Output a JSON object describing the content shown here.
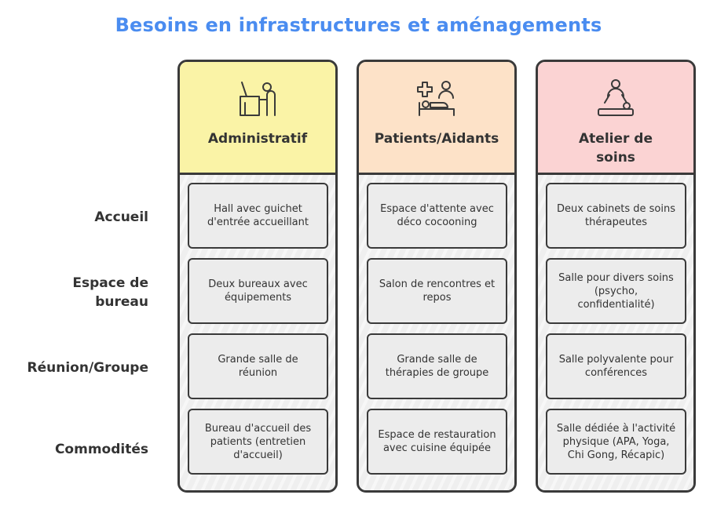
{
  "title": "Besoins en infrastructures et aménagements",
  "rows": [
    "Accueil",
    "Espace de bureau",
    "Réunion/Groupe",
    "Commodités"
  ],
  "columns": [
    {
      "label": "Administratif",
      "icon": "desk-worker-icon",
      "header_color": "#faf3a6",
      "cells": [
        "Hall avec guichet d'entrée accueillant",
        "Deux bureaux avec équipements",
        "Grande salle de réunion",
        "Bureau d'accueil des patients (entretien d'accueil)"
      ]
    },
    {
      "label": "Patients/Aidants",
      "icon": "patient-bed-icon",
      "header_color": "#fde2c8",
      "cells": [
        "Espace d'attente avec déco cocooning",
        "Salon de rencontres et repos",
        "Grande salle de thérapies de groupe",
        "Espace de restauration avec cuisine équipée"
      ]
    },
    {
      "label": "Atelier de soins",
      "icon": "massage-therapy-icon",
      "header_color": "#fbd3d3",
      "cells": [
        "Deux cabinets de soins thérapeutes",
        "Salle pour divers soins (psycho, confidentialité)",
        "Salle polyvalente pour conférences",
        "Salle dédiée à l'activité physique (APA, Yoga, Chi Gong, Récapic)"
      ]
    }
  ]
}
